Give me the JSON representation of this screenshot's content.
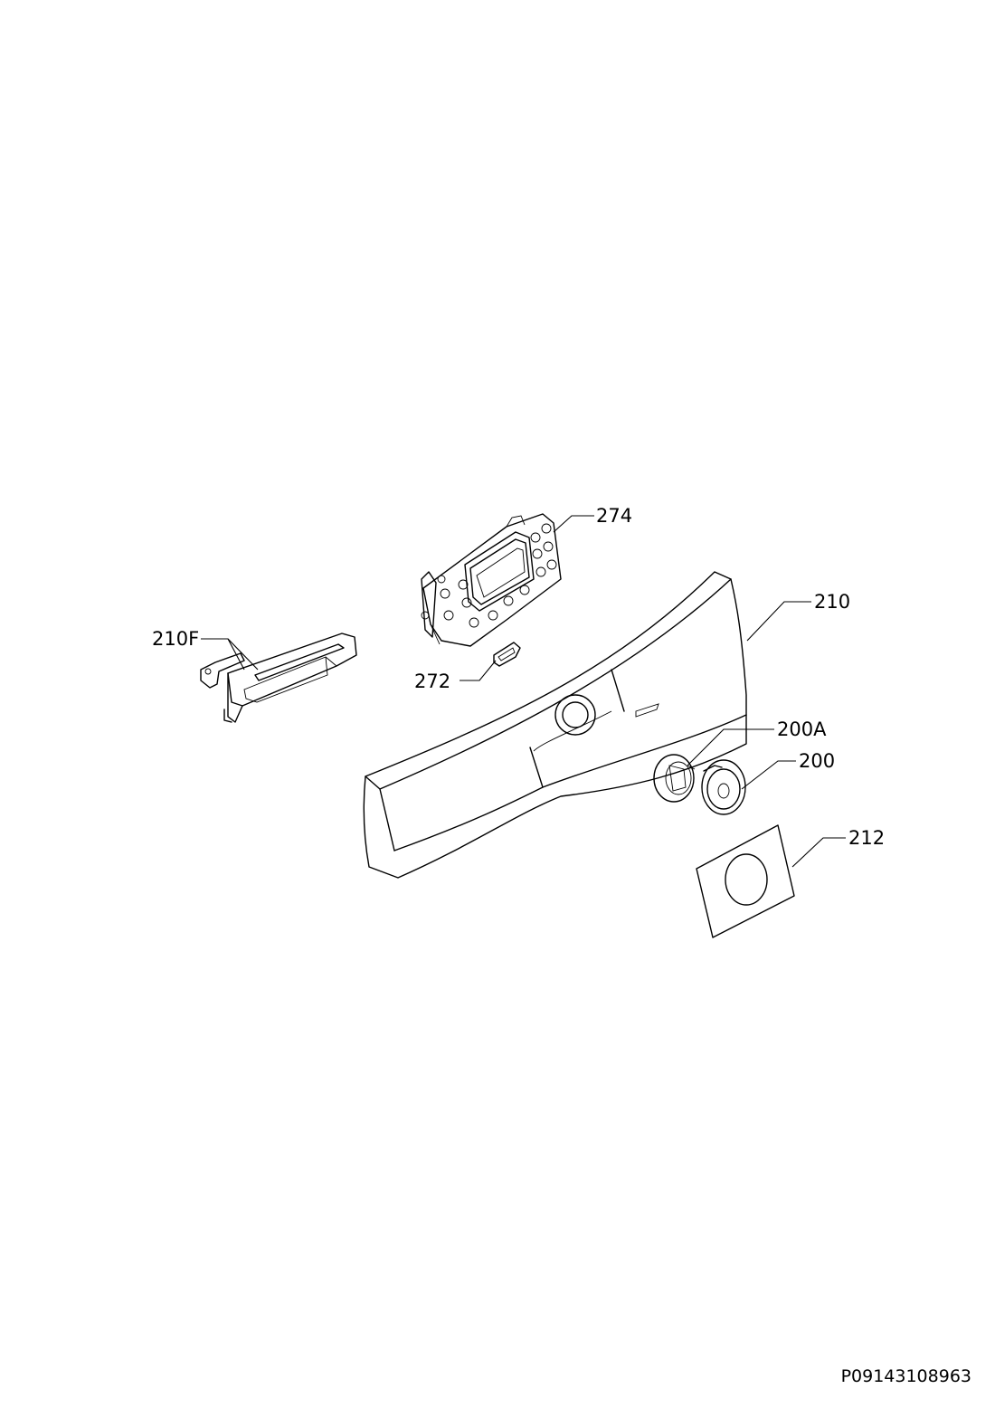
{
  "labels": {
    "p274": "274",
    "p210": "210",
    "p210F": "210F",
    "p272": "272",
    "p200A": "200A",
    "p200": "200",
    "p212": "212"
  },
  "document_id": "P09143108963"
}
